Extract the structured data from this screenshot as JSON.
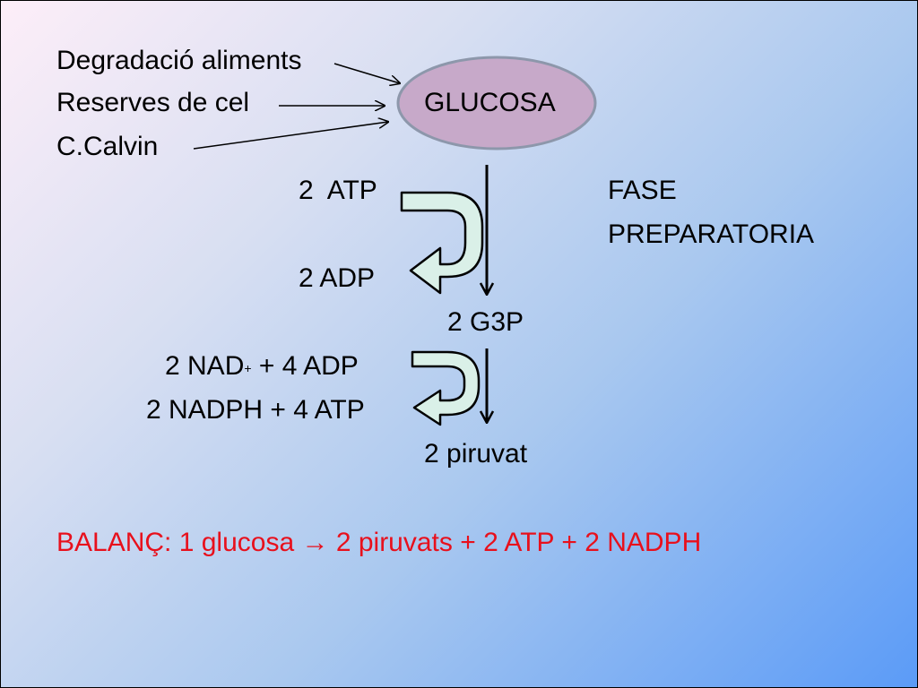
{
  "sources": {
    "degradacio": "Degradació aliments",
    "reserves": "Reserves de cel",
    "calvin": "C.Calvin"
  },
  "glucosa": "GLUCOSA",
  "phase1": {
    "atp_in": "2  ATP",
    "adp_out": "2 ADP",
    "label_line1": "FASE",
    "label_line2": "PREPARATORIA"
  },
  "g3p": "2 G3P",
  "phase2": {
    "nad_prefix": "2 NAD",
    "nad_sup": "+",
    "nad_suffix": " + 4 ADP",
    "nadph": "2 NADPH + 4 ATP"
  },
  "piruvat": "2 piruvat",
  "balance": {
    "label": "BALANÇ: 1 glucosa ",
    "arrow": "→",
    "rest": " 2 piruvats + 2 ATP + 2 NADPH"
  },
  "colors": {
    "ellipse_fill": "#c7a9c9",
    "ellipse_stroke": "#8d97ab",
    "curved_arrow_fill": "#daf0e8",
    "balance_text": "#e8101c"
  }
}
